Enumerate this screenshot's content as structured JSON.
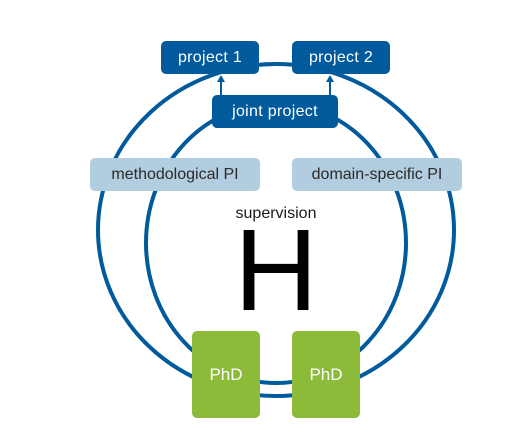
{
  "diagram": {
    "projects": [
      {
        "label": "project 1"
      },
      {
        "label": "project 2"
      }
    ],
    "joint_project": {
      "label": "joint project"
    },
    "pis": [
      {
        "label": "methodological PI"
      },
      {
        "label": "domain-specific PI"
      }
    ],
    "center": {
      "caption": "supervision",
      "symbol": "H"
    },
    "students": [
      {
        "label": "PhD"
      },
      {
        "label": "PhD"
      }
    ]
  },
  "colors": {
    "ring": "#005a9c",
    "project_box": "#005a9c",
    "pi_box": "#b2cde0",
    "phd_box": "#8cbb39",
    "background": "#ffffff"
  }
}
